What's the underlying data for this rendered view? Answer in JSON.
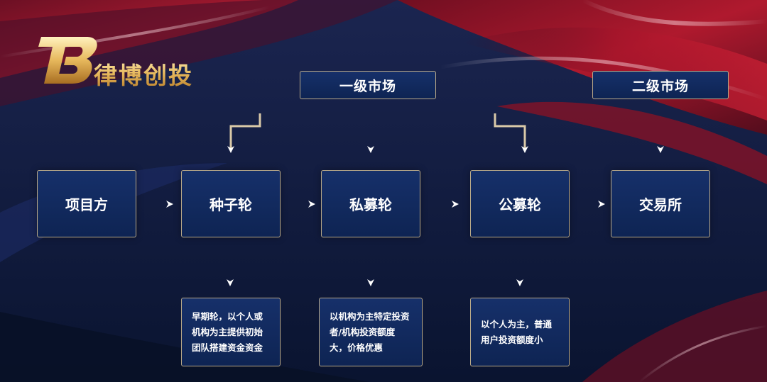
{
  "brand": {
    "name": "律博创投"
  },
  "labels": {
    "primary_market": "一级市场",
    "secondary_market": "二级市场"
  },
  "stages": {
    "project_party": "项目方",
    "seed_round": "种子轮",
    "private_round": "私募轮",
    "public_round": "公募轮",
    "exchange": "交易所"
  },
  "descriptions": {
    "seed": "早期轮，以个人或机构为主提供初始团队搭建资金资金",
    "private": "以机构为主特定投资者/机构投资额度大，价格优惠",
    "public": "以个人为主，普通用户投资额度小"
  },
  "colors": {
    "box_fill": "#14295f",
    "box_border": "#b9a988",
    "brand_gold": "#e7b85c",
    "background_red": "#9b1020",
    "background_navy": "#0f1a3a"
  }
}
